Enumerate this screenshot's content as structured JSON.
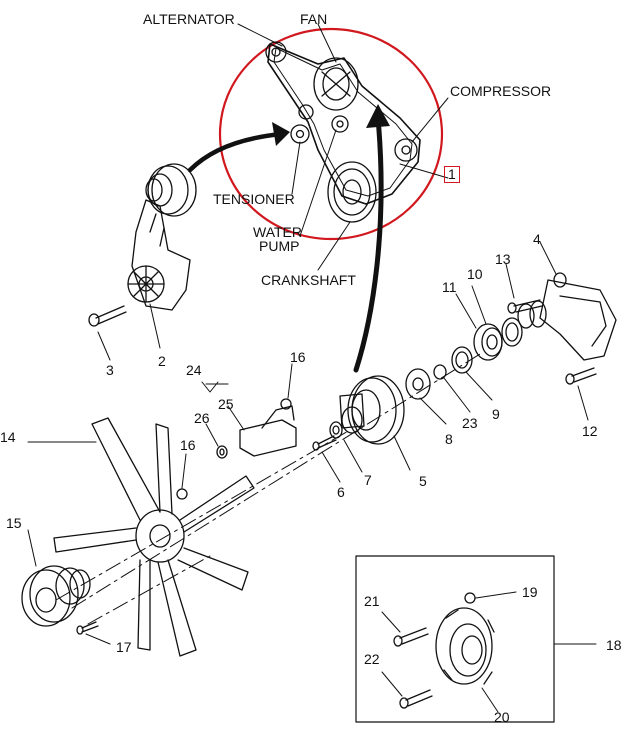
{
  "labels": {
    "alternator": "ALTERNATOR",
    "fan": "FAN",
    "compressor": "COMPRESSOR",
    "tensioner": "TENSIONER",
    "water_pump_line1": "WATER",
    "water_pump_line2": "PUMP",
    "crankshaft": "CRANKSHAFT",
    "callout_1": "1"
  },
  "parts": {
    "p2": "2",
    "p3": "3",
    "p4": "4",
    "p5": "5",
    "p6": "6",
    "p7": "7",
    "p8": "8",
    "p9": "9",
    "p10": "10",
    "p11": "11",
    "p12": "12",
    "p13": "13",
    "p14": "14",
    "p15": "15",
    "p16a": "16",
    "p16b": "16",
    "p17": "17",
    "p18": "18",
    "p19": "19",
    "p20": "20",
    "p21": "21",
    "p22": "22",
    "p23": "23",
    "p24": "24",
    "p25": "25",
    "p26": "26"
  },
  "colors": {
    "highlight": "#d0181e",
    "ink": "#111111"
  }
}
